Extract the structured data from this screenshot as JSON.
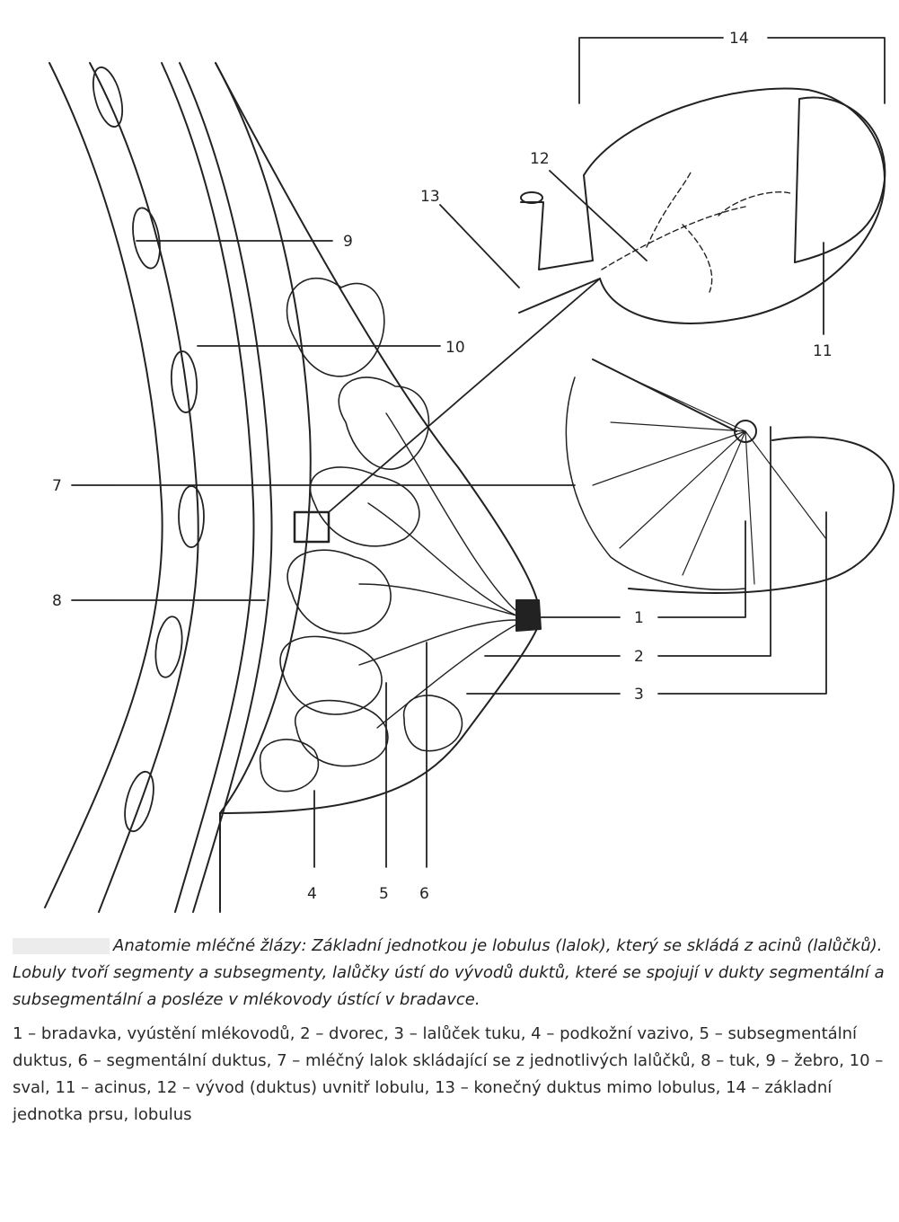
{
  "labels": {
    "l1": "1",
    "l2": "2",
    "l3": "3",
    "l4": "4",
    "l5": "5",
    "l6": "6",
    "l7": "7",
    "l8": "8",
    "l9": "9",
    "l10": "10",
    "l11": "11",
    "l12": "12",
    "l13": "13",
    "l14": "14"
  },
  "caption": {
    "title": "Anatomie mléčné žlázy: Základní jednotkou je lobulus (lalok), který se skládá z acinů (lalůčků). Lobuly tvoří segmenty a subsegmenty, lalůčky ústí do vývodů duktů, které se spojují v dukty segmentální a subsegmentální a posléze v mlékovody ústící v bradavce.",
    "legend": "1 – bradavka, vyústění mlékovodů, 2 – dvorec, 3 – lalůček tuku, 4 – podkožní vazivo, 5 – subsegmentální duktus, 6 – segmentální duktus, 7 – mléčný lalok skládající se z jednotlivých lalůčků, 8 – tuk, 9 – žebro, 10 – sval, 11 – acinus, 12 – vývod (duktus) uvnitř lobulu, 13 – konečný duktus mimo lobulus, 14 – základní jednotka prsu, lobulus"
  }
}
